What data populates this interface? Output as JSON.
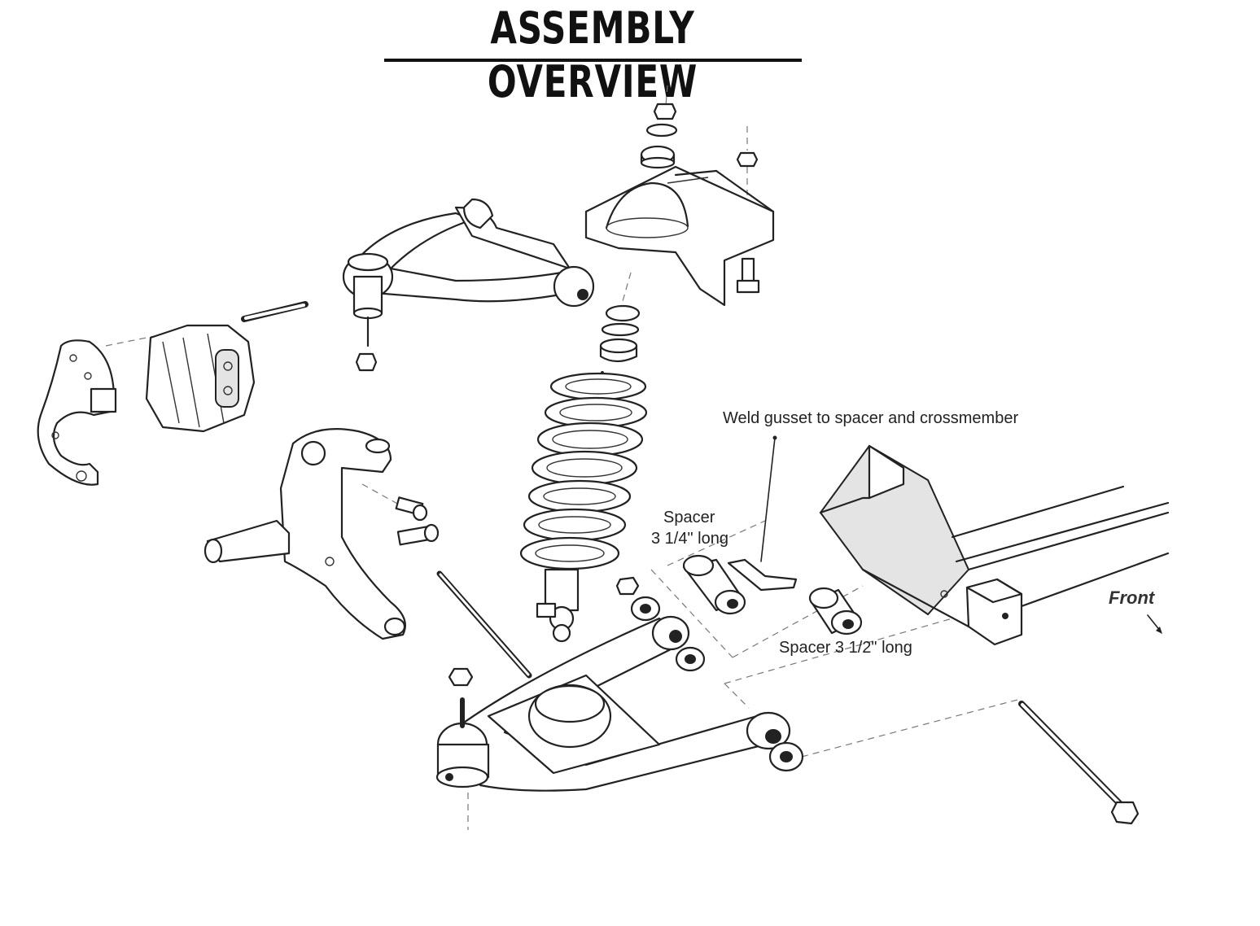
{
  "title": "ASSEMBLY OVERVIEW",
  "labels": {
    "weld_note": "Weld gusset to spacer and crossmember",
    "spacer_short_line1": "Spacer",
    "spacer_short_line2": "3 1/4\" long",
    "spacer_long": "Spacer 3 1/2\" long",
    "front": "Front"
  }
}
